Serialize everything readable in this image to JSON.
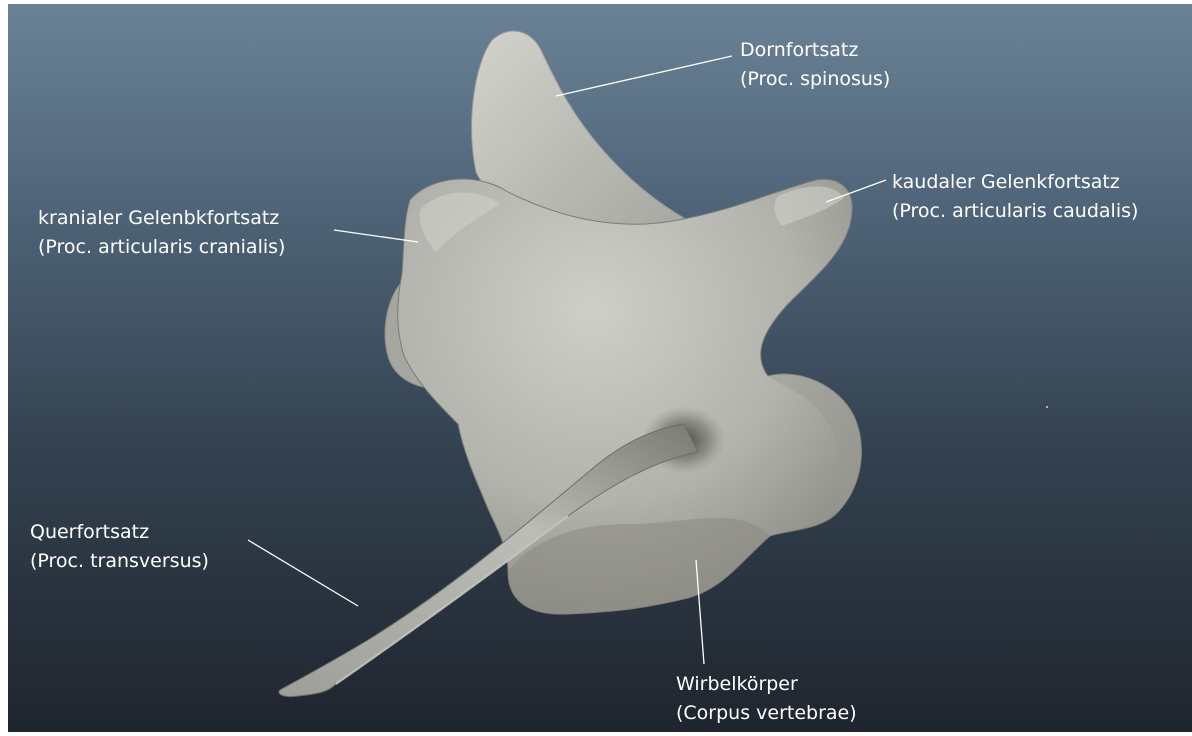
{
  "labels": {
    "dornfortsatz": {
      "line1": "Dornfortsatz",
      "line2": "(Proc. spinosus)"
    },
    "kaudal": {
      "line1": "kaudaler Gelenkfortsatz",
      "line2": "(Proc. articularis caudalis)"
    },
    "kranial": {
      "line1": "kranialer Gelenbkfortsatz",
      "line2": "(Proc. articularis cranialis)"
    },
    "quer": {
      "line1": "Querfortsatz",
      "line2": "(Proc. transversus)"
    },
    "wirbel": {
      "line1": "Wirbelkörper",
      "line2": "(Corpus vertebrae)"
    }
  },
  "colors": {
    "background_top": "#6b8296",
    "background_bottom": "#1f252e",
    "bone_light": "#c9c9c3",
    "bone_shadow": "#6e6e69",
    "label_text": "#ffffff",
    "leader_line": "#ffffff"
  }
}
